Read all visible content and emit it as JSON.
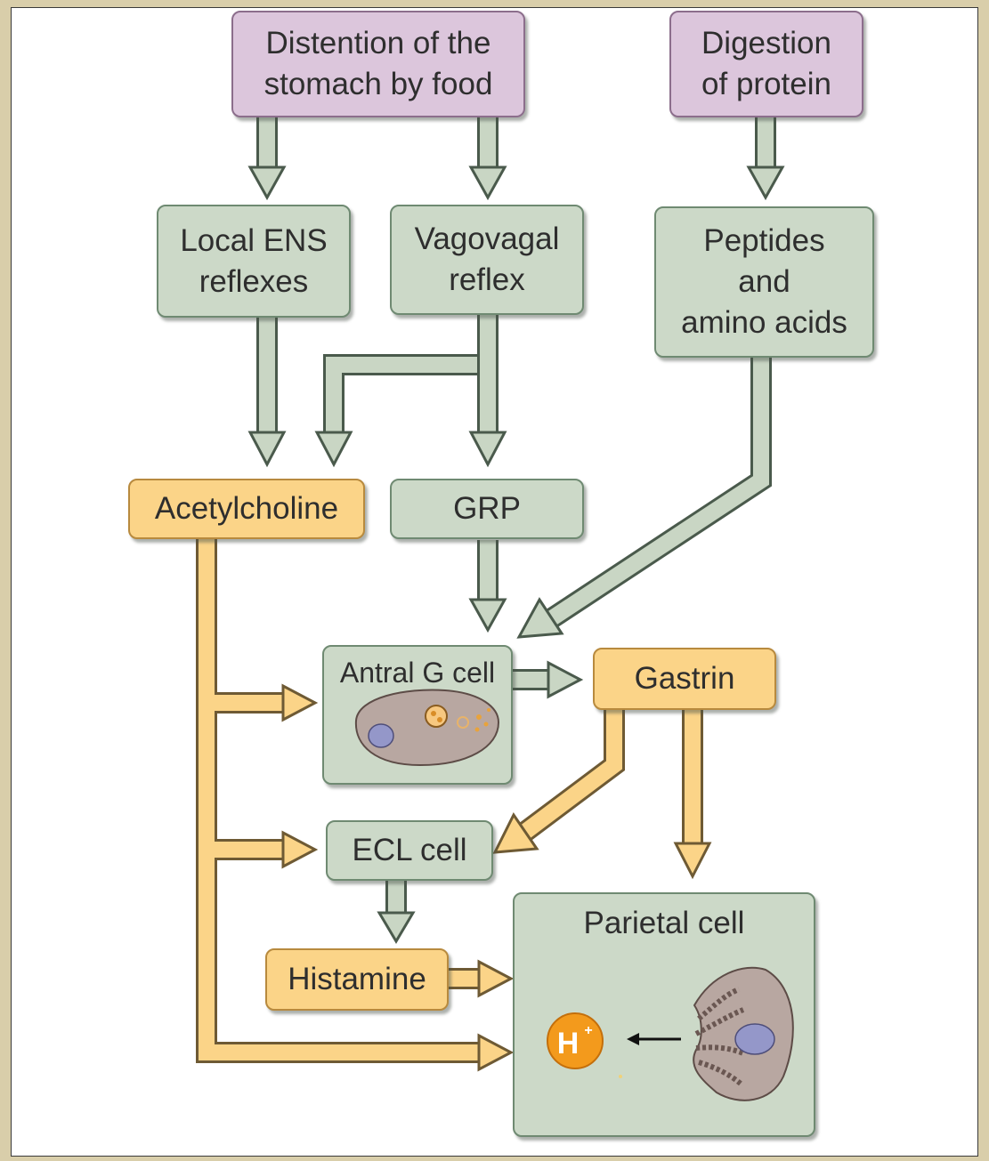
{
  "nodes": {
    "distention": "Distention of the\nstomach by food",
    "digestion": "Digestion\nof protein",
    "local_ens": "Local ENS\nreflexes",
    "vagovagal": "Vagovagal\nreflex",
    "peptides": "Peptides\nand\namino acids",
    "acetylcholine": "Acetylcholine",
    "grp": "GRP",
    "antral_g_cell": "Antral G cell",
    "gastrin": "Gastrin",
    "ecl_cell": "ECL cell",
    "histamine": "Histamine",
    "parietal_cell": "Parietal cell"
  },
  "ion": {
    "label": "H",
    "superscript": "+"
  },
  "colors": {
    "background": "#d9ceaa",
    "stimulus_box": "#dcc6dc",
    "pathway_box": "#ccd9c8",
    "mediator_box": "#fbd488",
    "green_arrow": "#c9d6c4",
    "orange_arrow": "#fbd488",
    "proton_circle": "#f39a1c"
  }
}
